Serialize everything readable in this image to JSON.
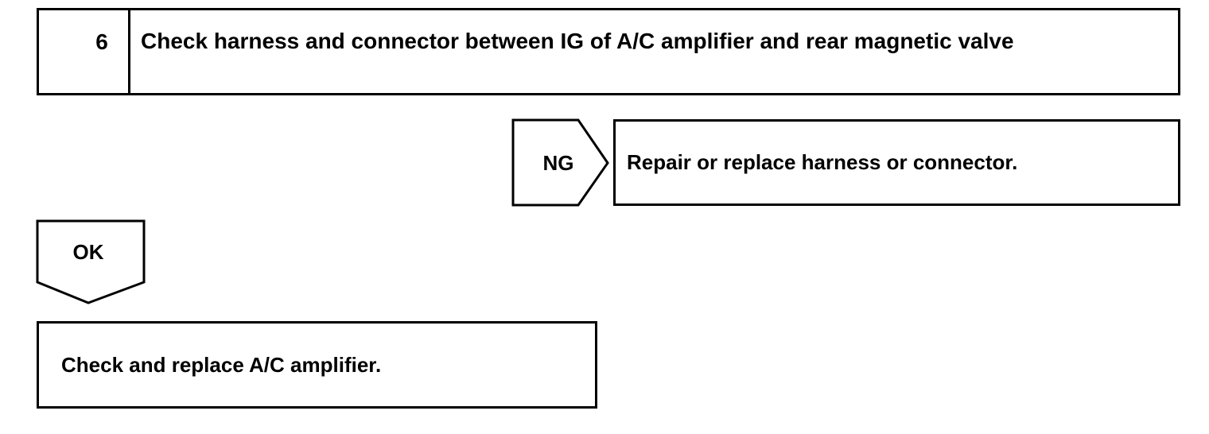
{
  "step": {
    "number": "6",
    "title": "Check harness and connector between IG of A/C amplifier and rear magnetic valve"
  },
  "ng_branch": {
    "label": "NG",
    "result": "Repair or replace harness or connector."
  },
  "ok_branch": {
    "label": "OK",
    "result": "Check and replace A/C amplifier."
  }
}
